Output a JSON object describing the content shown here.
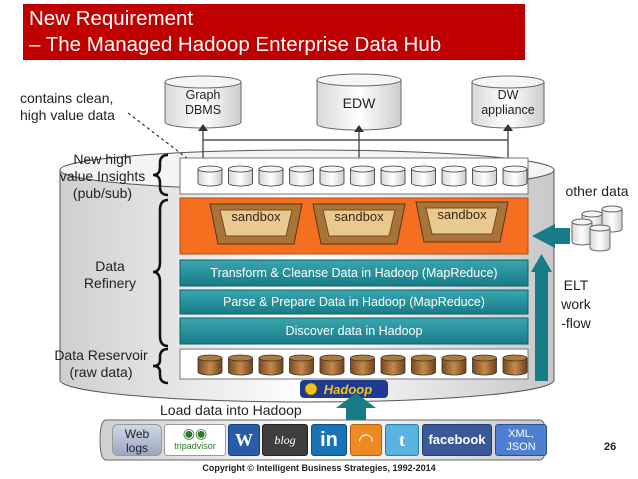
{
  "title": {
    "line1": "New Requirement",
    "line2": "– The Managed Hadoop Enterprise Data Hub"
  },
  "targets": {
    "graph_line1": "Graph",
    "graph_line2": "DBMS",
    "edw": "EDW",
    "dw_line1": "DW",
    "dw_line2": "appliance"
  },
  "annotations": {
    "contains_line1": "contains clean,",
    "contains_line2": "high value data"
  },
  "zones": {
    "insights_line1": "New high",
    "insights_line2": "value Insights",
    "insights_line3": "(pub/sub)",
    "refinery_line1": "Data",
    "refinery_line2": "Refinery",
    "reservoir_line1": "Data Reservoir",
    "reservoir_line2": "(raw data)"
  },
  "sandboxes": [
    "sandbox",
    "sandbox",
    "sandbox"
  ],
  "steps": {
    "transform": "Transform & Cleanse Data in Hadoop (MapReduce)",
    "parse": "Parse & Prepare Data in Hadoop (MapReduce)",
    "discover": "Discover data in Hadoop"
  },
  "other_data": "other data",
  "elt": {
    "line1": "ELT",
    "line2": "work",
    "line3": "-flow"
  },
  "hadoop_logo": "Hadoop",
  "load_label": "Load data into Hadoop",
  "sources": {
    "weblogs_line1": "Web",
    "weblogs_line2": "logs",
    "tripadvisor": "tripadvisor",
    "blog": "blog",
    "linkedin": "in",
    "facebook": "facebook",
    "xml_line1": "XML,",
    "xml_line2": "JSON"
  },
  "copyright": "Copyright © Intelligent Business Strategies, 1992-2014",
  "page_number": "26",
  "colors": {
    "title_bg": "#c00000",
    "teal": "#177c86",
    "orange": "#f46f20"
  }
}
